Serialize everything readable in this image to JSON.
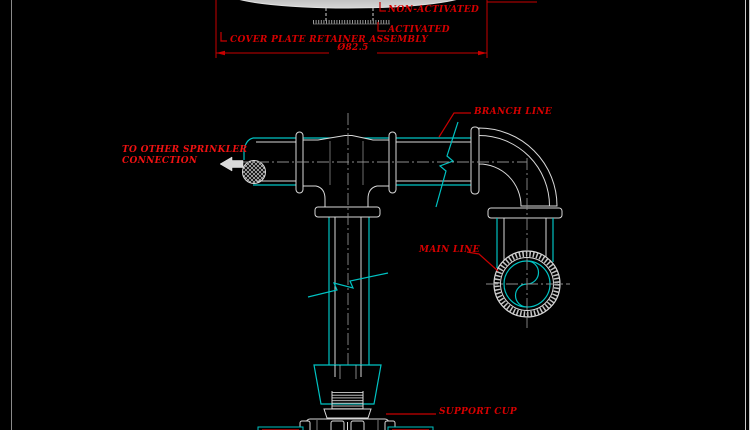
{
  "drawing": {
    "title_labels": {
      "non_activated": "NON-ACTIVATED",
      "activated": "ACTIVATED",
      "cover_plate_retainer": "COVER PLATE RETAINER ASSEMBLY",
      "dimension": "Ø82.5",
      "to_other_sprinkler_line1": "TO OTHER SPRINKLER",
      "to_other_sprinkler_line2": "CONNECTION",
      "branch_line": "BRANCH LINE",
      "main_line": "MAIN LINE",
      "support_cup": "SUPPORT CUP"
    },
    "colors": {
      "background": "#000000",
      "pipe_cyan": "#00c2c2",
      "fitting_white": "#d9d9d9",
      "centerline_gray": "#8c8c8c",
      "annotation_red": "#d60000",
      "dimension_red": "#c80000",
      "cover_plate_gray": "#b5b5b5"
    }
  }
}
